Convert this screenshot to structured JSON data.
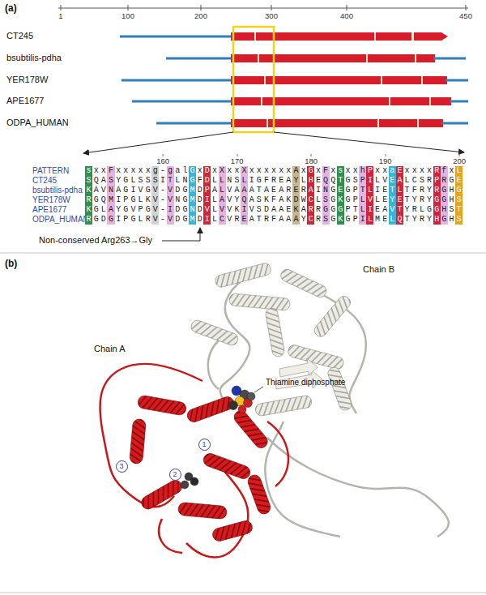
{
  "diagram": {
    "nodes": [
      {
        "text": [
          "1"
        ]
      },
      {
        "text": [
          "2"
        ]
      },
      {
        "text": [
          "3"
        ]
      }
    ],
    "labels": [
      "(a)",
      "1",
      "100",
      "200",
      "300",
      "400",
      "450",
      "CT245",
      "bsubtilis-pdha",
      "YER178W",
      "APE1677",
      "ODPA_HUMAN",
      "160",
      "170",
      "180",
      "190",
      "200",
      "PATTERN",
      "CT245",
      "bsubtilis-pdha",
      "YER178W",
      "APE1677",
      "ODPA_HUMAN",
      "sxxFxxxxxg-galGxDxXxxXxxxxxxAxGxFxsxxhPxxaExxxxRfxL",
      "SQASYGLSSSITLNGFDLLNSLIGFREAYLHEQQTGSPILVEALCSRPRGE",
      "KAVNAGIVGV-VDGMDPALVAAATAEARERAINGEGPTLIETLTFRYRGHG",
      "RGQMIPGLKV-VNGMDILAVYQASKFAKDWCLSGKGPLVLEYETYRYGGHS",
      "KGLAYGVPGV-IDGNDVLVVKIVSDAAEKARRGGGPTLIEAVTYRLGGHST",
      "RGDGIPGLRV-VDGMDILCVREATRFAAAYCRSGKGPILMELQTYRYHGHS",
      "Non-conserved Arg263→Gly",
      "(b)",
      "Chain B",
      "Chain A",
      "Thiamine diphosphate"
    ]
  }
}
